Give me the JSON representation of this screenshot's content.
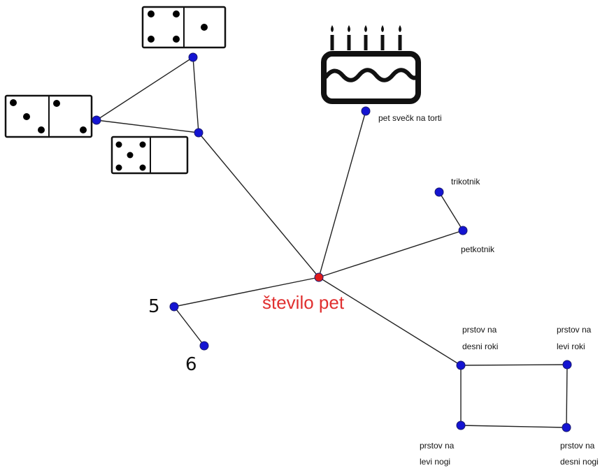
{
  "colors": {
    "node": "#1414d2",
    "center_node": "#e01b1b",
    "center_label": "#e03030"
  },
  "center": {
    "label": "število pet"
  },
  "labels": {
    "five": "5",
    "six": "6",
    "candles": "pet svečk na torti",
    "triangle": "trikotnik",
    "pentagon": "petkotnik",
    "right_hand_l1": "prstov na",
    "right_hand_l2": "desni roki",
    "left_hand_l1": "prstov na",
    "left_hand_l2": "levi roki",
    "left_foot_l1": "prstov na",
    "left_foot_l2": "levi nogi",
    "right_foot_l1": "prstov na",
    "right_foot_l2": "desni nogi"
  },
  "icons": {
    "domino_top": "domino-4-1-icon",
    "domino_left": "domino-3-2-icon",
    "domino_middle": "domino-5-0-icon",
    "cake": "birthday-cake-five-candles-icon"
  }
}
